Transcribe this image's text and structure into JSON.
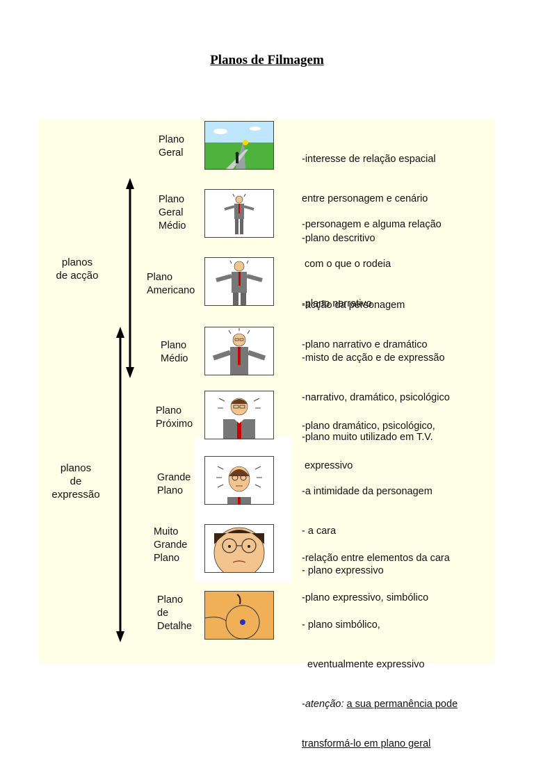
{
  "title": "Planos de Filmagem",
  "groups": {
    "accao": "planos\nde acção",
    "expressao": "planos\nde\nexpressão"
  },
  "shots": [
    {
      "label": "Plano\nGeral",
      "icon": "landscape-road-figure",
      "desc": [
        "-interesse de relação espacial",
        "entre personagem e cenário",
        "-plano descritivo"
      ]
    },
    {
      "label": "Plano\nGeral\nMédio",
      "icon": "full-body-man",
      "desc": [
        "-personagem e alguma relação",
        " com o que o rodeia",
        "-plano narrativo"
      ]
    },
    {
      "label": "Plano\nAmericano",
      "icon": "man-knees-up",
      "desc": [
        "-acção da personagem",
        "-plano narrativo e dramático"
      ]
    },
    {
      "label": "Plano\nMédio",
      "icon": "man-waist-up",
      "desc": [
        "-misto de acção e de expressão",
        "-narrativo, dramático, psicológico",
        "-plano muito utilizado em T.V."
      ]
    },
    {
      "label": "Plano\nPróximo",
      "icon": "man-chest-up",
      "desc": [
        "-plano dramático, psicológico,",
        " expressivo"
      ]
    },
    {
      "label": "Grande\nPlano",
      "icon": "man-head-shoulders",
      "desc": [
        "-a intimidade da personagem",
        "- a cara",
        "- plano expressivo"
      ]
    },
    {
      "label": "Muito\nGrande\nPlano",
      "icon": "face-closeup",
      "desc": [
        "-relação entre elementos da cara",
        "-plano expressivo, simbólico"
      ]
    },
    {
      "label": "Plano\nde\nDetalhe",
      "icon": "eye-detail",
      "desc": [
        "- plano simbólico,",
        "  eventualmente expressivo"
      ],
      "desc_attention_label": "atenção:",
      "desc_attention_text1": "a sua permanência pode",
      "desc_attention_text2": "transformá-lo em plano geral"
    }
  ]
}
